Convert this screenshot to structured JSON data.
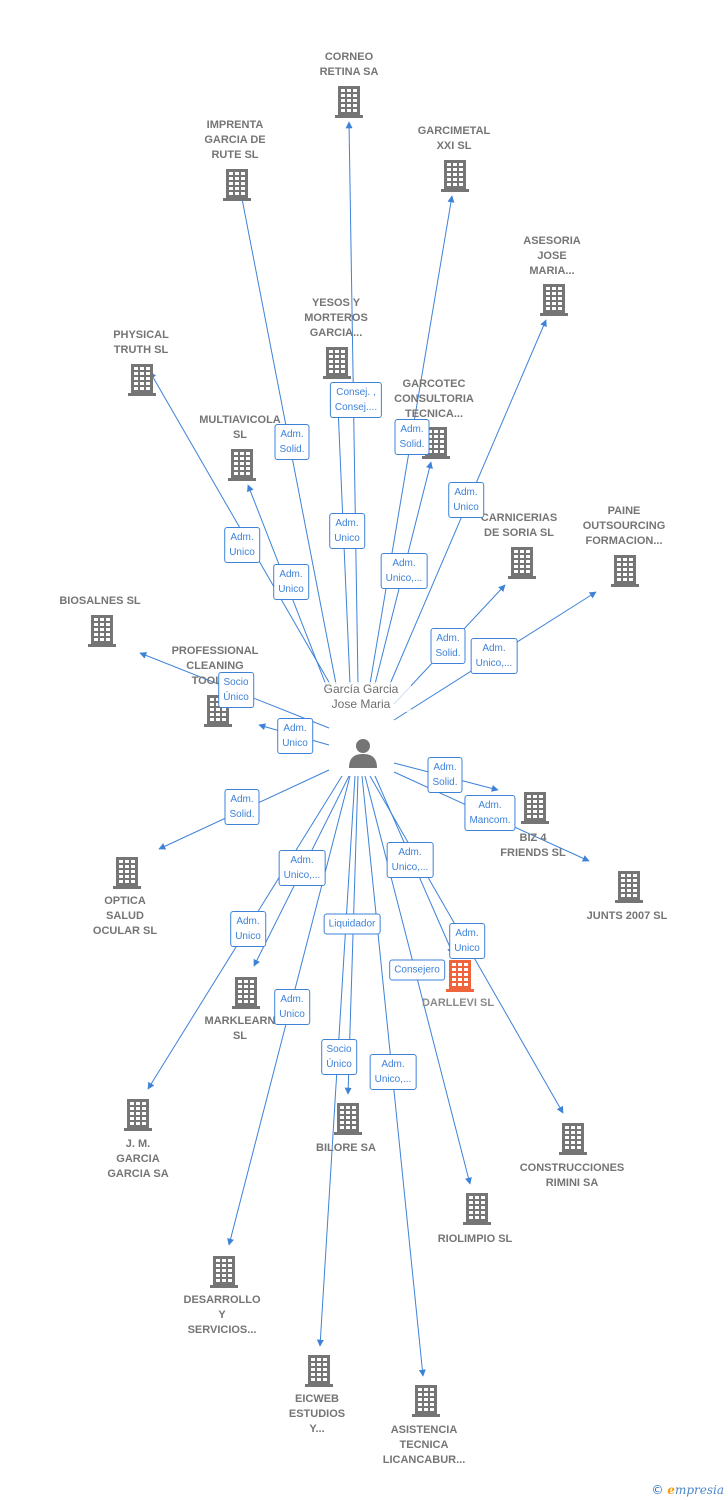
{
  "colors": {
    "edge": "#3e82d8",
    "building": "#757575",
    "focus_building": "#f0643c"
  },
  "center": {
    "name": "García\nGarcia\nJose Maria",
    "icon": "person-icon"
  },
  "companies": [
    {
      "id": "corneo",
      "name": "CORNEO\nRETINA SA"
    },
    {
      "id": "imprenta",
      "name": "IMPRENTA\nGARCIA DE\nRUTE SL"
    },
    {
      "id": "garcimetal",
      "name": "GARCIMETAL\nXXI  SL"
    },
    {
      "id": "asesoria",
      "name": "ASESORIA\nJOSE\nMARIA..."
    },
    {
      "id": "yesos",
      "name": "YESOS Y\nMORTEROS\nGARCIA..."
    },
    {
      "id": "physical",
      "name": "PHYSICAL\nTRUTH  SL"
    },
    {
      "id": "garcotec",
      "name": "GARCOTEC\nCONSULTORIA\nTECNICA..."
    },
    {
      "id": "multiavicola",
      "name": "MULTIAVICOLA\nSL"
    },
    {
      "id": "carnicerias",
      "name": "CARNICERIAS\nDE SORIA SL"
    },
    {
      "id": "paine",
      "name": "PAINE\nOUTSOURCING\nFORMACION..."
    },
    {
      "id": "biosalnes",
      "name": "BIOSALNES SL"
    },
    {
      "id": "professional",
      "name": "PROFESSIONAL\nCLEANING\nTOOLS..."
    },
    {
      "id": "biz4",
      "name": "BIZ 4\nFRIENDS  SL"
    },
    {
      "id": "optica",
      "name": "OPTICA\nSALUD\nOCULAR SL"
    },
    {
      "id": "junts",
      "name": "JUNTS 2007 SL"
    },
    {
      "id": "darllevi",
      "name": "DARLLEVI  SL",
      "focus": true
    },
    {
      "id": "marklearn",
      "name": "MARKLEARN\nSL"
    },
    {
      "id": "jm",
      "name": "J. M.\nGARCIA\nGARCIA SA"
    },
    {
      "id": "bilore",
      "name": "BILORE SA"
    },
    {
      "id": "construcciones",
      "name": "CONSTRUCCIONES\nRIMINI SA"
    },
    {
      "id": "riolimpio",
      "name": "RIOLIMPIO  SL"
    },
    {
      "id": "desarrollo",
      "name": "DESARROLLO\nY\nSERVICIOS..."
    },
    {
      "id": "eicweb",
      "name": "EICWEB\nESTUDIOS\nY..."
    },
    {
      "id": "asistencia",
      "name": "ASISTENCIA\nTECNICA\nLICANCABUR..."
    }
  ],
  "relations": [
    {
      "to": "corneo",
      "label": "Consej. ,\nConsej...."
    },
    {
      "to": "imprenta",
      "label": "Adm.\nSolid."
    },
    {
      "to": "garcimetal",
      "label": "Adm.\nUnico,..."
    },
    {
      "to": "asesoria",
      "label": "Adm.\nUnico"
    },
    {
      "to": "yesos",
      "label": "Adm.\nUnico"
    },
    {
      "to": "physical",
      "label": "Adm.\nUnico"
    },
    {
      "to": "garcotec",
      "label": "Adm.\nSolid."
    },
    {
      "to": "multiavicola",
      "label": "Adm.\nUnico"
    },
    {
      "to": "carnicerias",
      "label": "Adm.\nSolid."
    },
    {
      "to": "paine",
      "label": "Adm.\nUnico,..."
    },
    {
      "to": "biosalnes",
      "label": "Socio\nÚnico"
    },
    {
      "to": "professional",
      "label": "Adm.\nUnico"
    },
    {
      "to": "biz4",
      "label": "Adm.\nSolid."
    },
    {
      "to": "junts",
      "label": "Adm.\nMancom."
    },
    {
      "to": "optica",
      "label": "Adm.\nSolid."
    },
    {
      "to": "marklearn",
      "label": "Adm.\nUnico,..."
    },
    {
      "to": "jm",
      "label": "Adm.\nUnico"
    },
    {
      "to": "darllevi",
      "label": "Consejero"
    },
    {
      "to": "construcciones",
      "label": "Adm.\nUnico"
    },
    {
      "to": "riolimpio",
      "label": "Adm.\nUnico,..."
    },
    {
      "to": "bilore",
      "label": "Liquidador"
    },
    {
      "to": "desarrollo",
      "label": "Adm.\nUnico"
    },
    {
      "to": "eicweb",
      "label": "Socio\nÚnico"
    },
    {
      "to": "asistencia",
      "label": "Adm.\nUnico,..."
    }
  ],
  "footer": {
    "copyright": "©",
    "brand_initial": "e",
    "brand_rest": "mpresia"
  }
}
